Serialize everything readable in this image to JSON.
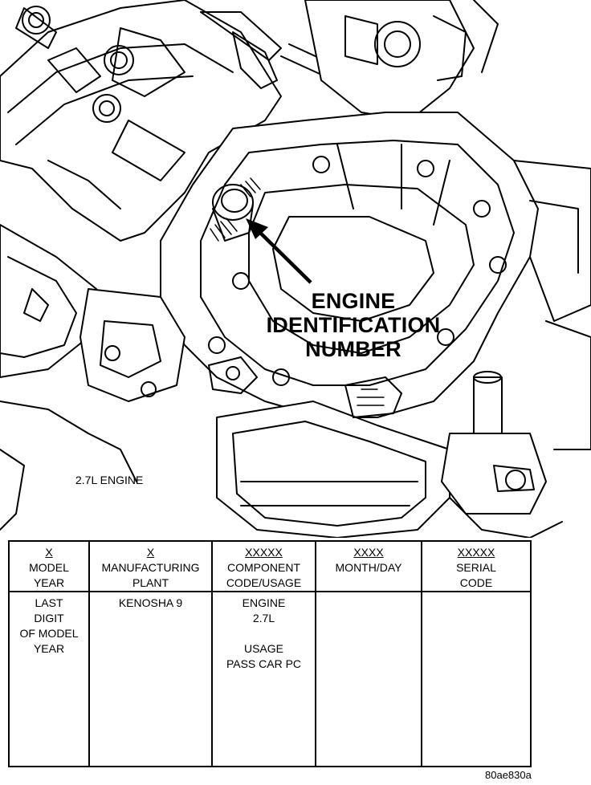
{
  "callout": {
    "lines": [
      "ENGINE",
      "IDENTIFICATION",
      "NUMBER"
    ]
  },
  "caption": "2.7L ENGINE",
  "table": {
    "columns": [
      {
        "code": "X",
        "label": [
          "MODEL",
          "YEAR"
        ],
        "body": [
          "LAST",
          "DIGIT",
          "OF MODEL",
          "YEAR"
        ]
      },
      {
        "code": "X",
        "label": [
          "MANUFACTURING",
          "PLANT"
        ],
        "body": [
          "KENOSHA 9"
        ]
      },
      {
        "code": "XXXXX",
        "label": [
          "COMPONENT",
          "CODE/USAGE"
        ],
        "body": [
          "ENGINE",
          "2.7L",
          "",
          "USAGE",
          "PASS CAR PC"
        ]
      },
      {
        "code": "XXXX",
        "label": [
          "MONTH/DAY"
        ],
        "body": []
      },
      {
        "code": "XXXXX",
        "label": [
          "SERIAL",
          "CODE"
        ],
        "body": []
      }
    ]
  },
  "figure_id": "80ae830a"
}
